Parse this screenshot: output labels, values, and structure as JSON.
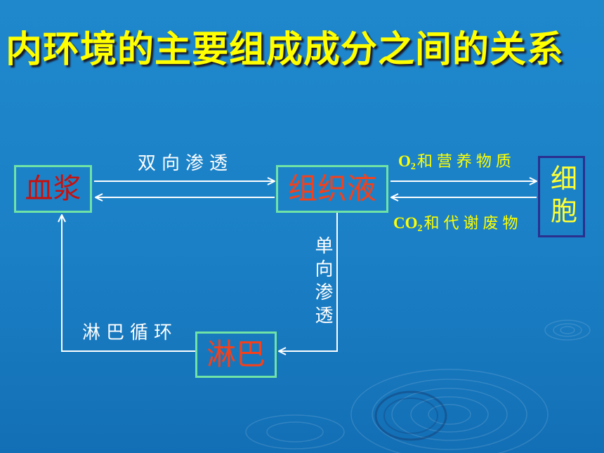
{
  "colors": {
    "background_top": "#1f88cd",
    "background_bottom": "#136fb5",
    "title": "#ffff00",
    "node_border": "#6fe3a6",
    "cell_border": "#2b2f8e",
    "plasma_text": "#c8100c",
    "node_text": "#f5401a",
    "cell_text": "#ffff33",
    "label_white": "#ffffff",
    "label_yellow": "#ffff00",
    "arrow": "#ffffff"
  },
  "title": "内环境的主要组成成分之间的关系",
  "nodes": {
    "plasma": "血浆",
    "tissue_fluid": "组织液",
    "cell": "细胞",
    "lymph": "淋巴"
  },
  "edges": {
    "plasma_tissue": "双向渗透",
    "tissue_to_cell": {
      "prefix": "O",
      "subscript": "2",
      "text": "和营养物质"
    },
    "cell_to_tissue": {
      "prefix": "CO",
      "subscript": "2",
      "text": "和代谢废物"
    },
    "tissue_to_lymph": "单向渗透",
    "lymph_to_plasma": "淋巴循环"
  }
}
